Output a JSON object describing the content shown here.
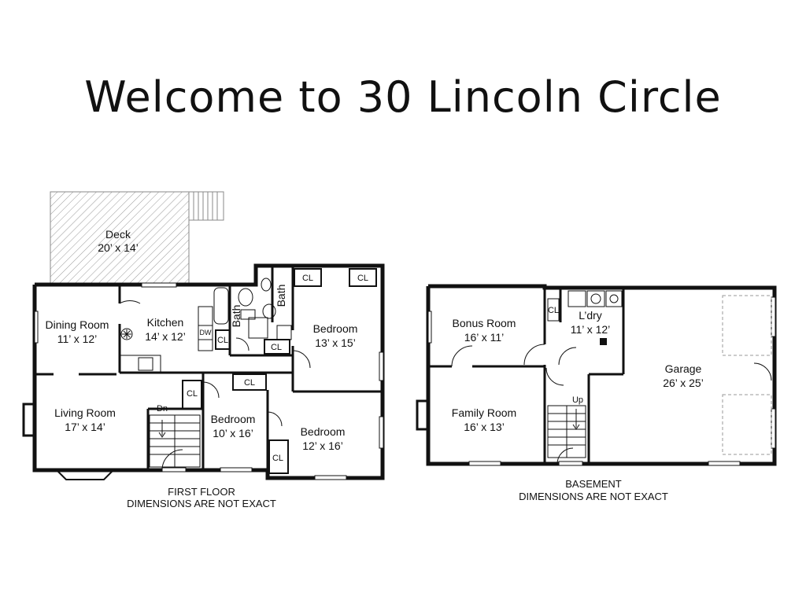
{
  "title": "Welcome to 30 Lincoln Circle",
  "first_floor": {
    "caption_1": "FIRST FLOOR",
    "caption_2": "DIMENSIONS ARE NOT EXACT",
    "deck": {
      "name": "Deck",
      "dims": "20’ x 14’"
    },
    "dining": {
      "name": "Dining Room",
      "dims": "11’ x 12’"
    },
    "kitchen": {
      "name": "Kitchen",
      "dims": "14’ x 12’"
    },
    "living": {
      "name": "Living Room",
      "dims": "17’ x 14’"
    },
    "bed_main": {
      "name": "Bedroom",
      "dims": "13’ x 15’"
    },
    "bed_mid": {
      "name": "Bedroom",
      "dims": "10’ x 16’"
    },
    "bed_right": {
      "name": "Bedroom",
      "dims": "12’ x 16’"
    },
    "bath": "Bath",
    "closet": "CL",
    "dw": "DW",
    "stairs": "Dn"
  },
  "basement": {
    "caption_1": "BASEMENT",
    "caption_2": "DIMENSIONS ARE NOT EXACT",
    "bonus": {
      "name": "Bonus Room",
      "dims": "16’ x 11’"
    },
    "laundry": {
      "name": "L’dry",
      "dims": "11’ x 12’"
    },
    "garage": {
      "name": "Garage",
      "dims": "26’ x 25’"
    },
    "family": {
      "name": "Family Room",
      "dims": "16’ x 13’"
    },
    "closet": "CL",
    "stairs": "Up"
  }
}
